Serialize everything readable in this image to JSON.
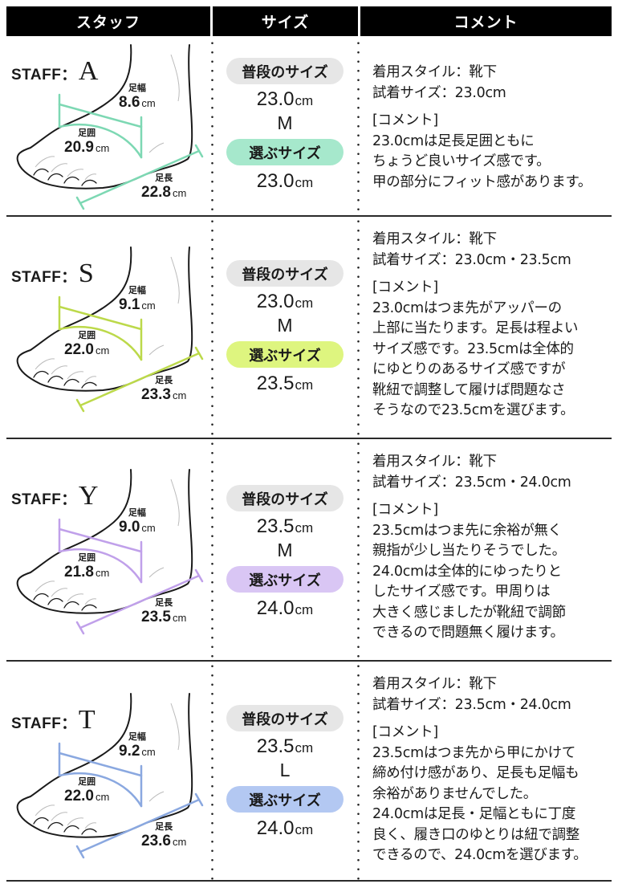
{
  "header": {
    "staff": "スタッフ",
    "size": "サイズ",
    "comment": "コメント"
  },
  "labels": {
    "staff_prefix": "STAFF：",
    "foot_width": "足幅",
    "foot_girth": "足囲",
    "foot_length": "足長",
    "unit": "cm",
    "normal_size": "普段のサイズ",
    "chosen_size": "選ぶサイズ",
    "comment_header": "[コメント]"
  },
  "staff": [
    {
      "letter": "A",
      "color": "#7dd8b3",
      "pill_color": "#a6e8cc",
      "foot_width": "8.6",
      "foot_girth": "20.9",
      "foot_length": "22.8",
      "normal_size": "23.0",
      "normal_letter": "M",
      "chosen_size": "23.0",
      "style": "着用スタイル：靴下",
      "tried": "試着サイズ：23.0cm",
      "comment_lines": [
        "23.0cmは足長足囲ともに",
        "ちょうど良いサイズ感です。",
        "甲の部分にフィット感があります。"
      ]
    },
    {
      "letter": "S",
      "color": "#bcd94a",
      "pill_color": "#def57f",
      "foot_width": "9.1",
      "foot_girth": "22.0",
      "foot_length": "23.3",
      "normal_size": "23.0",
      "normal_letter": "M",
      "chosen_size": "23.5",
      "style": "着用スタイル：靴下",
      "tried": "試着サイズ：23.0cm・23.5cm",
      "comment_lines": [
        "23.0cmはつま先がアッパーの",
        "上部に当たります。足長は程よい",
        "サイズ感です。23.5cmは全体的",
        "にゆとりのあるサイズ感ですが",
        "靴紐で調整して履けば問題なさ",
        "そうなので23.5cmを選びます。"
      ]
    },
    {
      "letter": "Y",
      "color": "#c0a0ea",
      "pill_color": "#d9c6f4",
      "foot_width": "9.0",
      "foot_girth": "21.8",
      "foot_length": "23.5",
      "normal_size": "23.5",
      "normal_letter": "M",
      "chosen_size": "24.0",
      "style": "着用スタイル：靴下",
      "tried": "試着サイズ：23.5cm・24.0cm",
      "comment_lines": [
        "23.5cmはつま先に余裕が無く",
        "親指が少し当たりそうでした。",
        "24.0cmは全体的にゆったりと",
        "したサイズ感です。甲周りは",
        "大きく感じましたが靴紐で調節",
        "できるので問題無く履けます。"
      ]
    },
    {
      "letter": "T",
      "color": "#8aa8e0",
      "pill_color": "#b3c8f2",
      "foot_width": "9.2",
      "foot_girth": "22.0",
      "foot_length": "23.6",
      "normal_size": "23.5",
      "normal_letter": "L",
      "chosen_size": "24.0",
      "style": "着用スタイル：靴下",
      "tried": "試着サイズ：23.5cm・24.0cm",
      "comment_lines": [
        "23.5cmはつま先から甲にかけて",
        "締め付け感があり、足長も足幅も",
        "余裕がありませんでした。",
        "24.0cmは足長・足幅ともに丁度",
        "良く、履き口のゆとりは紐で調整",
        "できるので、24.0cmを選びます。"
      ]
    }
  ]
}
